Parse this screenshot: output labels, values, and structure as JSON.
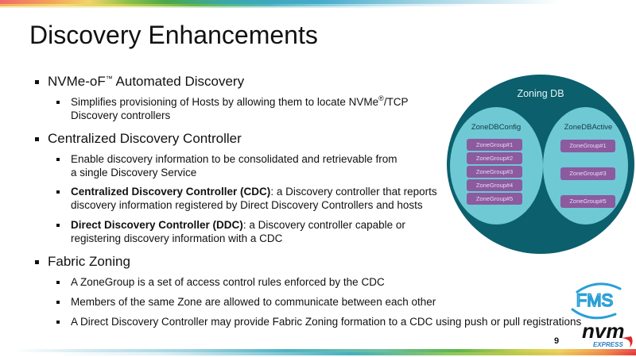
{
  "slide": {
    "title": "Discovery Enhancements",
    "page_number": "9"
  },
  "sections": [
    {
      "label_pre": "NVMe-oF",
      "label_sup": "™",
      "label_post": " Automated Discovery",
      "items": [
        {
          "line1_pre": "Simplifies provisioning of Hosts by allowing them to locate NVMe",
          "line1_sup": "®",
          "line1_post": "/TCP",
          "line2": "Discovery controllers"
        }
      ]
    },
    {
      "label": "Centralized Discovery Controller",
      "items": [
        {
          "line1": "Enable discovery information to be consolidated and retrievable from",
          "line2": "a single Discovery Service"
        },
        {
          "bold": "Centralized Discovery Controller (CDC)",
          "line1": ": a Discovery controller that reports",
          "line2": "discovery information registered by Direct Discovery Controllers and hosts"
        },
        {
          "bold": "Direct Discovery Controller (DDC)",
          "line1": ": a Discovery controller capable or",
          "line2": "registering discovery information with a CDC"
        }
      ]
    },
    {
      "label": "Fabric Zoning",
      "items": [
        {
          "line1": "A ZoneGroup is a set of access control rules enforced by the CDC"
        },
        {
          "line1": "Members of the same Zone are allowed to communicate between each other"
        },
        {
          "line1": "A Direct Discovery Controller may provide Fabric Zoning formation to a CDC using push or pull registrations"
        }
      ]
    }
  ],
  "diagram": {
    "outer_label": "Zoning DB",
    "config": {
      "label": "ZoneDBConfig",
      "groups": [
        "ZoneGroup#1",
        "ZoneGroup#2",
        "ZoneGroup#3",
        "ZoneGroup#4",
        "ZoneGroup#5"
      ]
    },
    "active": {
      "label": "ZoneDBActive",
      "groups": [
        "ZoneGroup#1",
        "ZoneGroup#3",
        "ZoneGroup#5"
      ]
    },
    "colors": {
      "outer": "#0c5f6d",
      "inner": "#6ec9d5",
      "group": "#8b5a9f"
    }
  },
  "logos": {
    "fms": "FMS",
    "nvm": "nvm",
    "express": "EXPRESS"
  }
}
